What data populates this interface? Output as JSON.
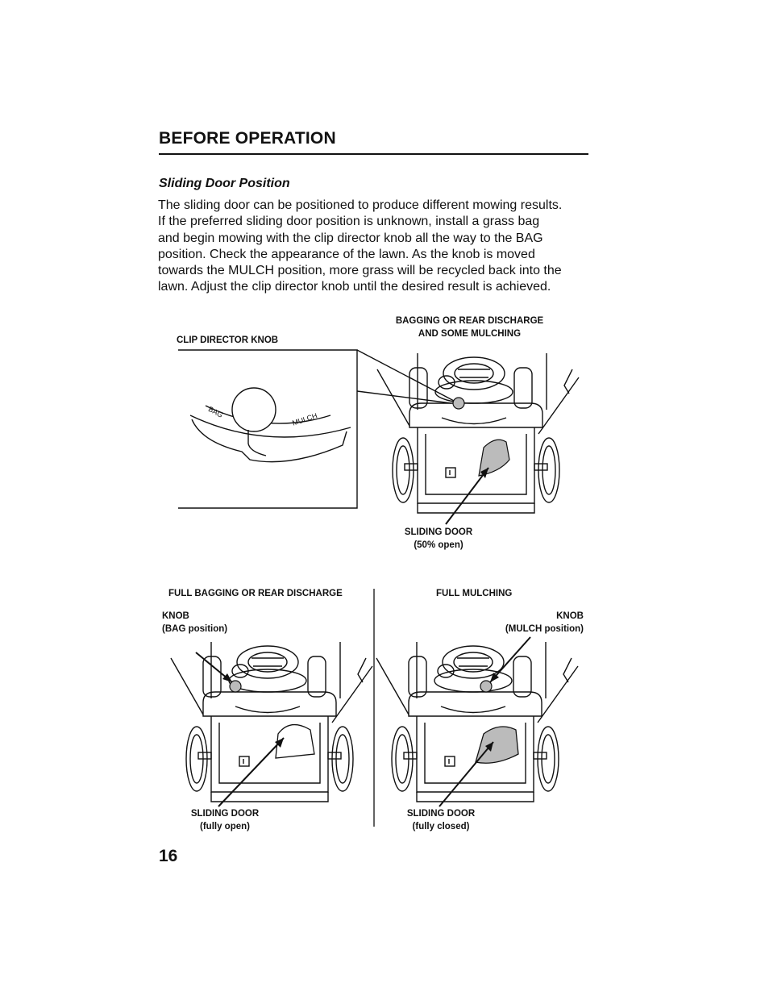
{
  "page": {
    "section_title": "BEFORE OPERATION",
    "subheading": "Sliding Door Position",
    "body": [
      "The sliding door can be positioned to produce different mowing results.",
      "If the preferred sliding door position is unknown, install a grass bag",
      "and begin mowing with the clip director knob all the way to the BAG",
      "position. Check the appearance of the lawn. As the knob is moved",
      "towards the MULCH position, more grass will be recycled back into the",
      "lawn. Adjust the clip director knob until the desired result is achieved."
    ],
    "page_number": "16"
  },
  "figures": {
    "top": {
      "knob_label": "CLIP DIRECTOR KNOB",
      "dial_bag": "BAG",
      "dial_mulch": "MULCH",
      "title_line1": "BAGGING OR REAR DISCHARGE",
      "title_line2": "AND SOME MULCHING",
      "door_line1": "SLIDING DOOR",
      "door_line2": "(50% open)"
    },
    "bottom_left": {
      "title": "FULL BAGGING OR REAR DISCHARGE",
      "knob_line1": "KNOB",
      "knob_line2": "(BAG position)",
      "door_line1": "SLIDING DOOR",
      "door_line2": "(fully open)"
    },
    "bottom_right": {
      "title": "FULL MULCHING",
      "knob_line1": "KNOB",
      "knob_line2": "(MULCH position)",
      "door_line1": "SLIDING DOOR",
      "door_line2": "(fully closed)"
    }
  }
}
